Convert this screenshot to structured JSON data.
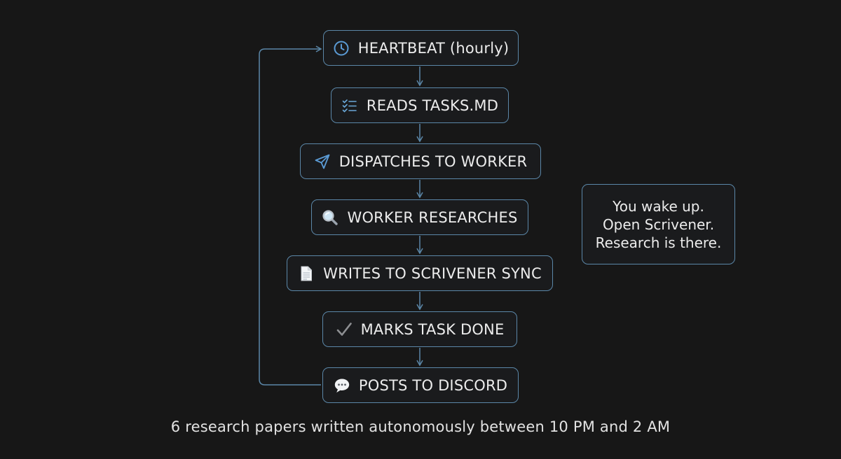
{
  "flow": {
    "steps": [
      {
        "label": "HEARTBEAT (hourly)",
        "icon": "clock-icon"
      },
      {
        "label": "READS TASKS.MD",
        "icon": "checklist-icon"
      },
      {
        "label": "DISPATCHES TO WORKER",
        "icon": "paper-plane-icon"
      },
      {
        "label": "WORKER RESEARCHES",
        "icon": "magnifier-icon"
      },
      {
        "label": "WRITES TO SCRIVENER SYNC",
        "icon": "document-icon"
      },
      {
        "label": "MARKS TASK DONE",
        "icon": "checkmark-icon"
      },
      {
        "label": "POSTS TO DISCORD",
        "icon": "speech-bubble-icon"
      }
    ],
    "loop": "POSTS TO DISCORD returns to HEARTBEAT (hourly)"
  },
  "side_note": {
    "lines": [
      "You wake up.",
      "Open Scrivener.",
      "Research is there."
    ]
  },
  "caption": "6 research papers written autonomously between 10 PM and 2 AM",
  "colors": {
    "background": "#171717",
    "accent": "#5b87a8",
    "text": "#ececec"
  }
}
